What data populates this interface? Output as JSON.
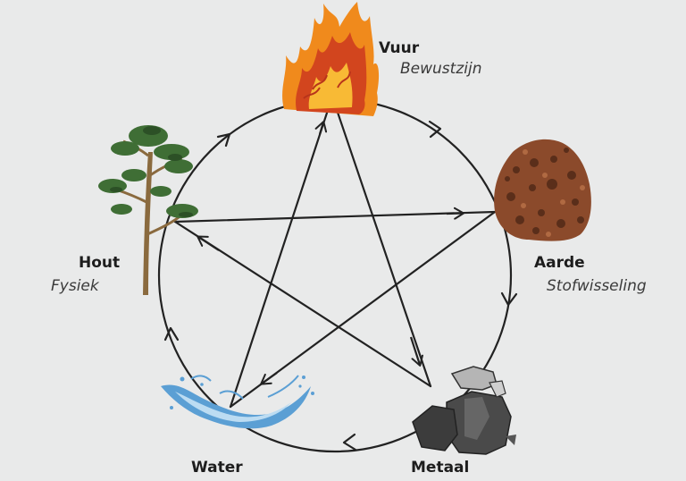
{
  "elements": [
    {
      "key": "vuur",
      "name": "Vuur",
      "subtitle": "Bewustzijn"
    },
    {
      "key": "aarde",
      "name": "Aarde",
      "subtitle": "Stofwisseling"
    },
    {
      "key": "metaal",
      "name": "Metaal",
      "subtitle": ""
    },
    {
      "key": "water",
      "name": "Water",
      "subtitle": ""
    },
    {
      "key": "hout",
      "name": "Hout",
      "subtitle": "Fysiek"
    }
  ],
  "colors": {
    "background": "#e9eaea",
    "line": "#222222",
    "fire_outer": "#f08a1c",
    "fire_inner": "#d2451e",
    "fire_tip": "#ffcf3a",
    "earth": "#8b4a2b",
    "earth_dark": "#5a2e1a",
    "metal": "#4a4a4a",
    "metal_light": "#b5b5b5",
    "water": "#5b9fd4",
    "water_light": "#bcdcf2",
    "wood_trunk": "#8a6a3e",
    "wood_leaf": "#3f6e35"
  },
  "icons": [
    "fire-icon",
    "earth-icon",
    "metal-icon",
    "water-icon",
    "tree-icon"
  ]
}
